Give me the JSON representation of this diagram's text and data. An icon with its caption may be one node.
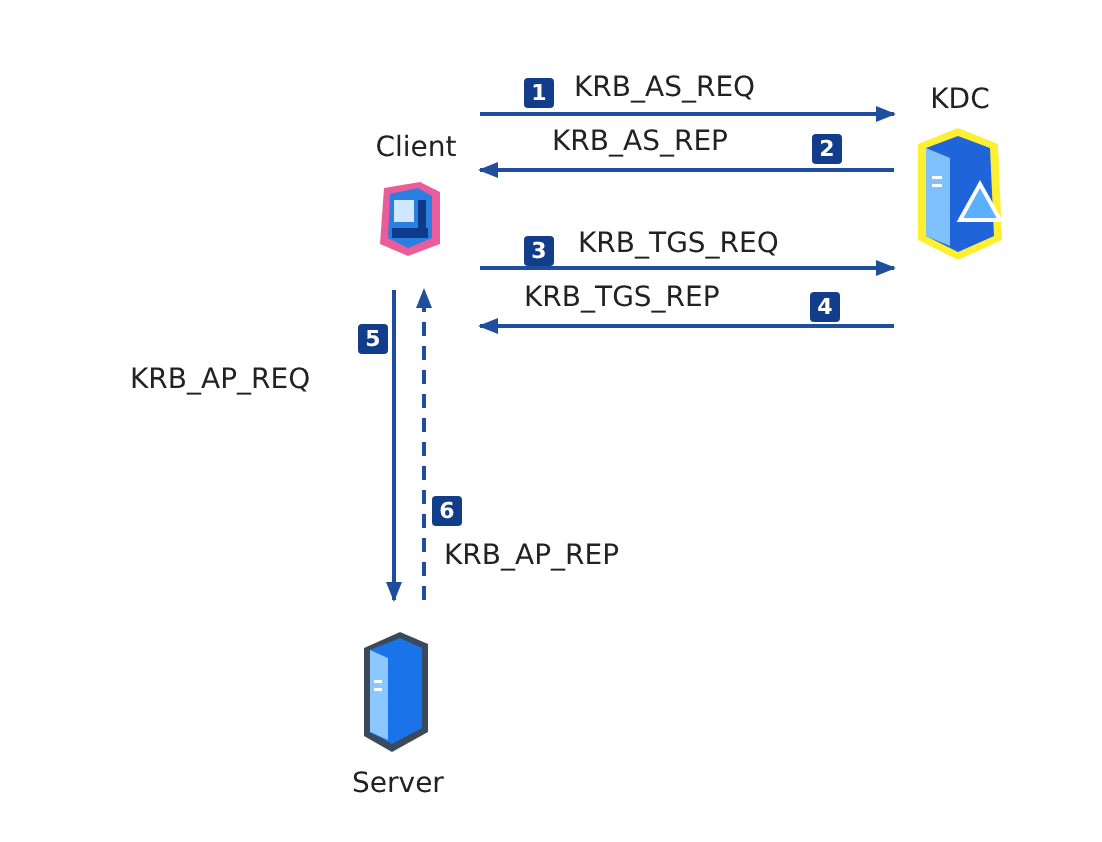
{
  "diagram": {
    "nodes": [
      {
        "text": [
          "Client"
        ]
      },
      {
        "text": [
          "KDC"
        ]
      },
      {
        "text": [
          "Server"
        ]
      }
    ],
    "edges": [
      {
        "from": 0,
        "to": 1,
        "arrow": "to",
        "label": "KRB_AS_REQ"
      },
      {
        "from": 1,
        "to": 0,
        "arrow": "to",
        "label": "KRB_AS_REP"
      },
      {
        "from": 0,
        "to": 1,
        "arrow": "to",
        "label": "KRB_TGS_REQ"
      },
      {
        "from": 1,
        "to": 0,
        "arrow": "to",
        "label": "KRB_TGS_REP"
      },
      {
        "from": 0,
        "to": 2,
        "arrow": "to",
        "label": "KRB_AP_REQ"
      },
      {
        "from": 2,
        "to": 0,
        "arrow": "to",
        "label": "KRB_AP_REP",
        "style": "dashed"
      }
    ],
    "labels": [
      "1",
      "2",
      "3",
      "4",
      "5",
      "6"
    ]
  }
}
